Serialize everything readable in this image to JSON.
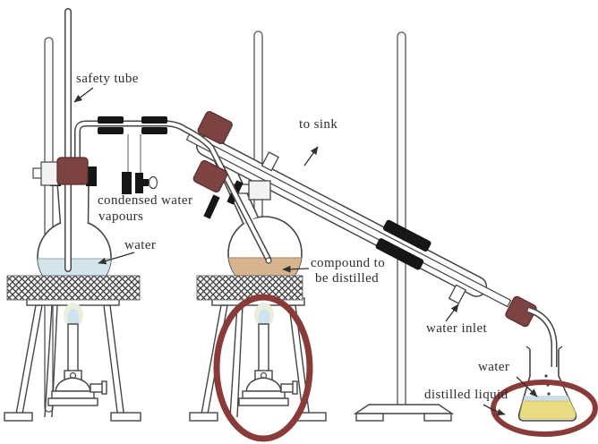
{
  "diagram": {
    "labels": {
      "safety_tube": "safety tube",
      "condensed_water_1": "condensed water",
      "condensed_water_2": "vapours",
      "water_left": "water",
      "to_sink": "to sink",
      "compound_1": "compound to",
      "compound_2": "be distilled",
      "water_inlet": "water inlet",
      "water_right": "water",
      "distilled_liquid": "distilled liquid"
    },
    "colors": {
      "line": "#454545",
      "stopper": "#7d4343",
      "annotation_circle": "#8b3a3a",
      "water": "#d3e4ed",
      "water_layer": "#ccdfe9",
      "compound": "#d8b48e",
      "distillate": "#e9dc82",
      "flame": "#cfe2ef",
      "clamp": "#161616"
    }
  }
}
